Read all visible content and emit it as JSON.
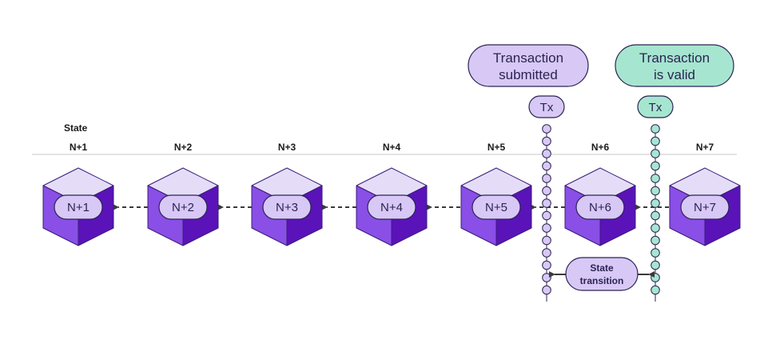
{
  "state_header": "State",
  "column_labels": [
    "N+1",
    "N+2",
    "N+3",
    "N+4",
    "N+5",
    "N+6",
    "N+7"
  ],
  "blocks": [
    {
      "label": "N+1"
    },
    {
      "label": "N+2"
    },
    {
      "label": "N+3"
    },
    {
      "label": "N+4"
    },
    {
      "label": "N+5"
    },
    {
      "label": "N+6"
    },
    {
      "label": "N+7"
    }
  ],
  "submitted": {
    "line1": "Transaction",
    "line2": "submitted",
    "tx": "Tx",
    "color": "#d8c8f6"
  },
  "valid": {
    "line1": "Transaction",
    "line2": "is valid",
    "tx": "Tx",
    "color": "#a6e6d0"
  },
  "state_transition": {
    "line1": "State",
    "line2": "transition"
  },
  "colors": {
    "cube_top": "#e5ddf8",
    "cube_left": "#8a4fe6",
    "cube_right": "#5a13b8",
    "cube_stroke": "#3a1c7a",
    "pill_fill": "#d8c8f6",
    "ink": "#2b2452"
  }
}
